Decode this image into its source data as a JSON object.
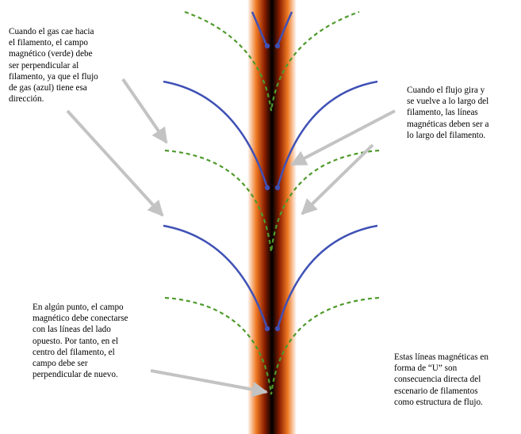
{
  "colors": {
    "filament_core": "#000000",
    "filament_mid": "#8a1e00",
    "filament_glow": "#f07a24",
    "filament_edge": "#ffffff",
    "flow_lines": "#3f51b5",
    "magnetic_field": "#4e9a2b",
    "arrows": "#c3c3c3"
  },
  "annotations": {
    "gas_falling": "Cuando el gas cae hacia\nel filamento, el campo\nmagnético (verde) debe\nser perpendicular al\nfilamento, ya que el flujo\nde gas (azul) tiene esa\ndirección.",
    "flow_turns": "Cuando el flujo gira y\nse vuelve a lo largo del\nfilamento, las líneas\nmagnéticas deben ser a\nlo largo del filamento.",
    "center_connection": "En algún punto, el campo\nmagnético debe conectarse\ncon las líneas del lado\nopuesto. Por tanto, en el\ncentro del filamento, el\ncampo debe ser\nperpendicular de nuevo.",
    "u_shape": "Estas líneas magnéticas en\nforma de “U” son\nconsecuencia directa del\nescenario de filamentos\ncomo estructura de flujo."
  }
}
